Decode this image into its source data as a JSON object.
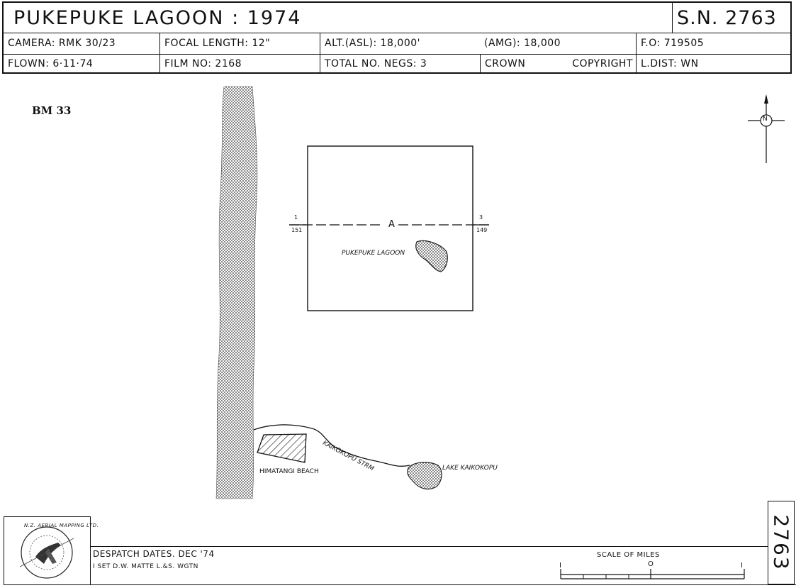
{
  "header": {
    "title": "PUKEPUKE  LAGOON : 1974",
    "survey_number": "S.N. 2763",
    "camera": "CAMERA: RMK 30/23",
    "focal_length": "FOCAL  LENGTH: 12\"",
    "alt_asl": "ALT.(ASL): 18,000'",
    "amg": "(AMG): 18,000",
    "fo": "F.O: 719505",
    "flown": "FLOWN: 6·11·74",
    "film_no": "FILM  NO: 2168",
    "total_negs": "TOTAL  NO.  NEGS: 3",
    "crown": "CROWN",
    "copyright": "COPYRIGHT",
    "l_dist": "L.DIST: WN"
  },
  "map": {
    "bm_label": "BM 33",
    "north_label": "N",
    "run_label": "A",
    "run_left_top": "1",
    "run_left_bottom": "151",
    "run_right_top": "3",
    "run_right_bottom": "149",
    "pukepuke_label": "PUKEPUKE LAGOON",
    "stream_label": "KAIKOKOPU STRM",
    "lake_label": "LAKE KAIKOKOPU",
    "beach_label": "HIMATANGI BEACH"
  },
  "footer": {
    "logo_text": "N.Z. AERIAL MAPPING LTD.",
    "despatch": "DESPATCH  DATES.  DEC '74",
    "set_line": "I SET  D.W. MATTE  L.&S. WGTN",
    "scale_label": "SCALE    OF    MILES",
    "scale_left": "I",
    "scale_zero": "O",
    "scale_right": "I",
    "side_number": "2763"
  }
}
